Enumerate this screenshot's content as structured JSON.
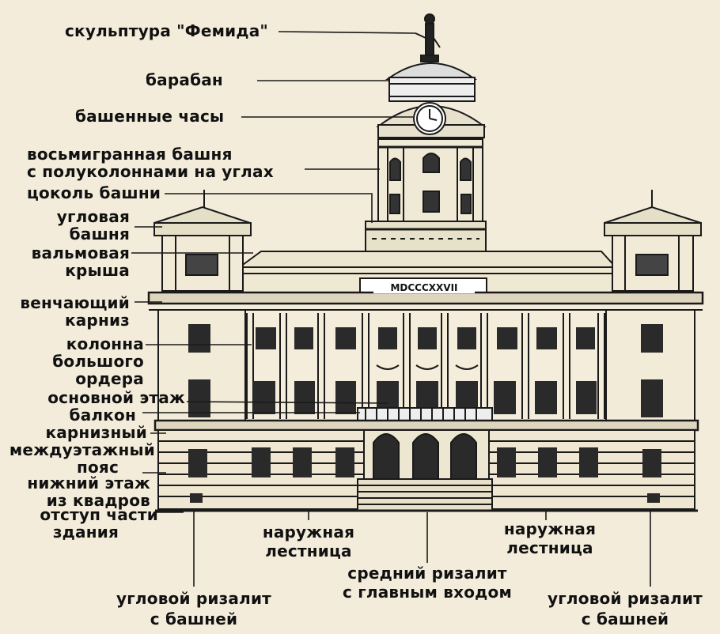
{
  "title_plate": "MDCCCXXVII",
  "labels": {
    "sculpture": "скульптура \"Фемида\"",
    "drum": "барабан",
    "clock": "башенные часы",
    "octagon_1": "восьмигранная башня",
    "octagon_2": "с полуколоннами на углах",
    "tower_base": "цоколь башни",
    "corner_tower_1": "угловая",
    "corner_tower_2": "башня",
    "hip_roof_1": "вальмовая",
    "hip_roof_2": "крыша",
    "cornice_1": "венчающий",
    "cornice_2": "карниз",
    "column_1": "колонна",
    "column_2": "большого",
    "column_3": "ордера",
    "main_floor": "основной этаж",
    "balcony": "балкон",
    "belt_1": "карнизный",
    "belt_2": "междуэтажный",
    "belt_3": "пояс",
    "lower_floor_1": "нижний этаж",
    "lower_floor_2": "из квадров",
    "setback_1": "отступ части",
    "setback_2": "здания",
    "stair_left_1": "наружная",
    "stair_left_2": "лестница",
    "stair_right_1": "наружная",
    "stair_right_2": "лестница",
    "central_1": "средний ризалит",
    "central_2": "с главным входом",
    "corner_left_1": "угловой ризалит",
    "corner_left_2": "с башней",
    "corner_right_1": "угловой ризалит",
    "corner_right_2": "с башней"
  }
}
